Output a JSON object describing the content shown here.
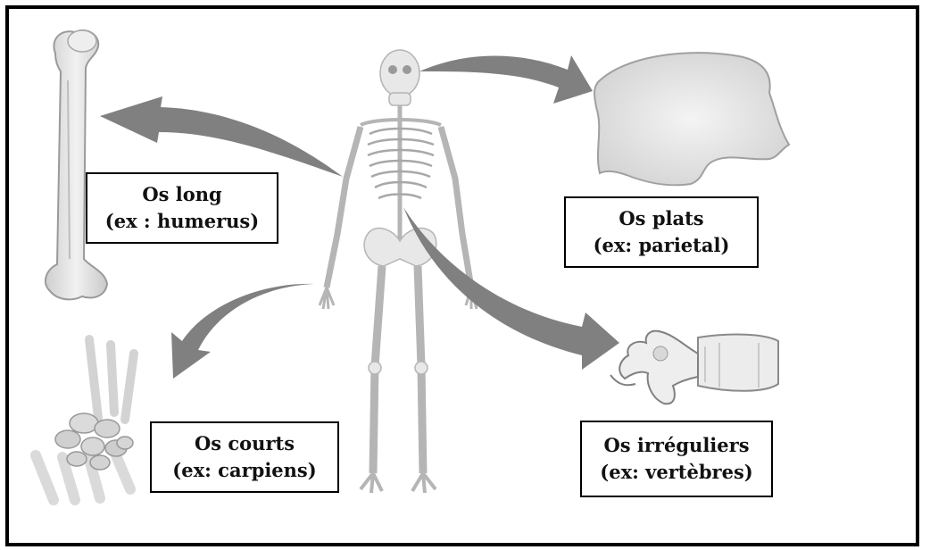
{
  "labels": {
    "long": {
      "title": "Os long",
      "example": "(ex : humerus)"
    },
    "plats": {
      "title": "Os plats",
      "example": "(ex: parietal)"
    },
    "courts": {
      "title": "Os courts",
      "example": "(ex: carpiens)"
    },
    "irreguliers": {
      "title": "Os irréguliers",
      "example": "(ex: vertèbres)"
    }
  },
  "colors": {
    "arrow": "#808080",
    "bone": "#e6e6e6",
    "bone_outline": "#9a9a9a",
    "border": "#000000"
  }
}
